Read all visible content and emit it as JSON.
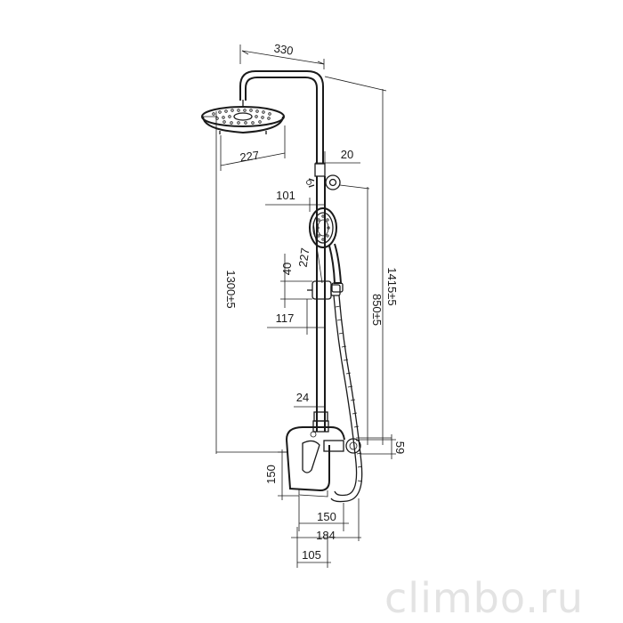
{
  "drawing": {
    "dims": {
      "top_width": "330",
      "head_diameter": "227",
      "pipe_gap": "20",
      "holder_offset": "101",
      "hand_length": "227",
      "slider_height": "40",
      "slider_offset": "117",
      "total_height": "1300±5",
      "overall_height": "1415±5",
      "holder_height": "850±5",
      "rail_offset": "24",
      "outlet_offset": "59",
      "mixer_height": "150",
      "mixer_width": "150",
      "mixer_depth": "184",
      "wall_offset": "105"
    },
    "colors": {
      "line": "#1a1a1a",
      "watermark": "#e3e3e3"
    }
  },
  "watermark": {
    "text": "climbo.ru"
  }
}
